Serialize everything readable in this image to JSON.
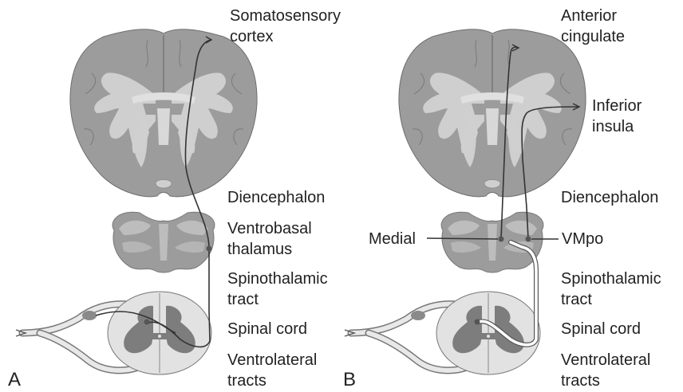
{
  "panels": [
    {
      "letter": "A",
      "labels": {
        "cortex_line1": "Somatosensory",
        "cortex_line2": "cortex",
        "diencephalon": "Diencephalon",
        "thalamus_line1": "Ventrobasal",
        "thalamus_line2": "thalamus",
        "tract_line1": "Spinothalamic",
        "tract_line2": "tract",
        "spinal_cord": "Spinal cord",
        "ventro_line1": "Ventrolateral",
        "ventro_line2": "tracts"
      }
    },
    {
      "letter": "B",
      "labels": {
        "cortex_line1": "Anterior",
        "cortex_line2": "cingulate",
        "insula_line1": "Inferior",
        "insula_line2": "insula",
        "diencephalon": "Diencephalon",
        "medial": "Medial",
        "vmpo": "VMpo",
        "tract_line1": "Spinothalamic",
        "tract_line2": "tract",
        "spinal_cord": "Spinal cord",
        "ventro_line1": "Ventrolateral",
        "ventro_line2": "tracts"
      }
    }
  ],
  "colors": {
    "gray_matter": "#9c9c9c",
    "white_matter": "#cfcfcf",
    "spinal_dark": "#7d7d7d",
    "spinal_light": "#e2e2e2",
    "pathway": "#333333"
  }
}
